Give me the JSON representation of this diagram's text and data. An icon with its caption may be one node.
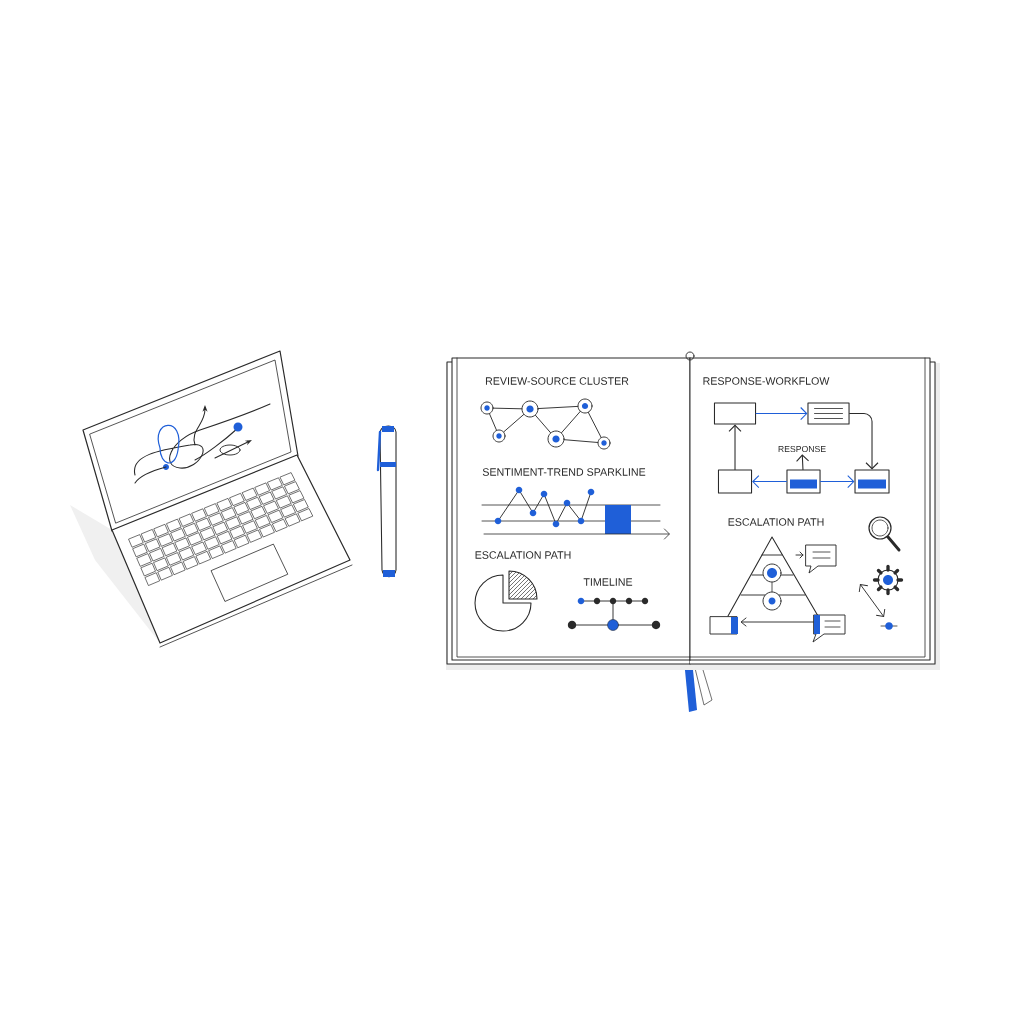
{
  "diagram": {
    "nodes": [
      {
        "text": [],
        "shape": "box"
      },
      {
        "text": [],
        "shape": "box"
      },
      {
        "text": [],
        "shape": "box"
      },
      {
        "text": [],
        "shape": "box"
      },
      {
        "text": [],
        "shape": "box"
      },
      {
        "text": [
          "RESPONSE"
        ]
      }
    ],
    "edges": [
      {
        "from": 0,
        "to": 1,
        "arrow": "to",
        "color": "#1f5fd8"
      },
      {
        "from": 1,
        "to": 2,
        "arrow": "to",
        "color": "#2a2a2a"
      },
      {
        "from": 3,
        "to": 2,
        "arrow": "to",
        "color": "#1f5fd8"
      },
      {
        "from": 3,
        "to": 4,
        "arrow": "to",
        "color": "#1f5fd8"
      },
      {
        "from": 4,
        "to": 0,
        "arrow": "to",
        "color": "#2a2a2a"
      },
      {
        "from": 3,
        "to": 5,
        "arrow": "to",
        "color": "#2a2a2a"
      }
    ],
    "labels": [
      "REVIEW-SOURCE CLUSTER",
      "SENTIMENT-TREND SPARKLINE",
      "ESCALATION PATH",
      "TIMELINE",
      "RESPONSE-WORKFLOW",
      "ESCALATION PATH"
    ]
  }
}
